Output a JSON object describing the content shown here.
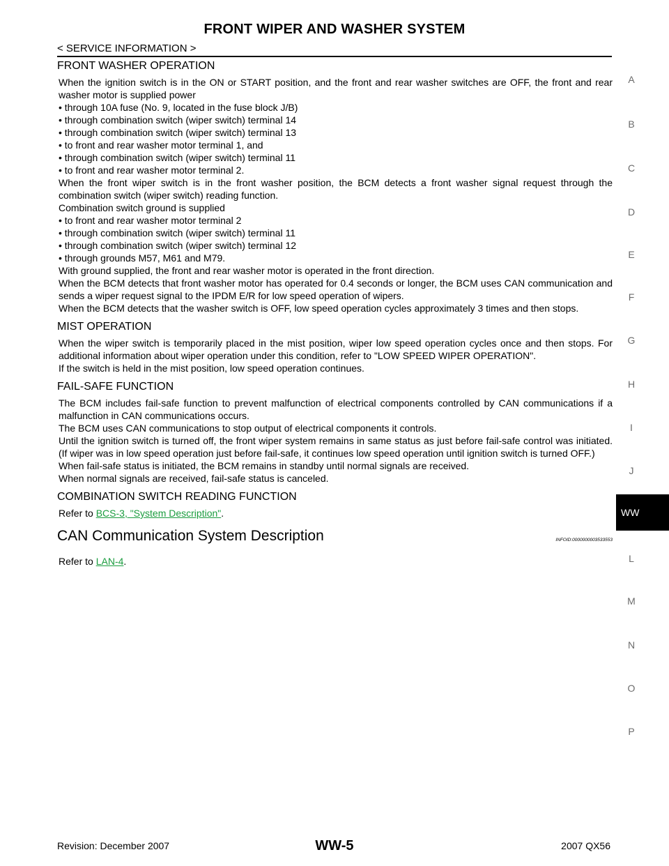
{
  "header": {
    "title": "FRONT WIPER AND WASHER SYSTEM",
    "section_tag": "< SERVICE INFORMATION >"
  },
  "front_washer": {
    "heading": "FRONT WASHER OPERATION",
    "lines": [
      "When the ignition switch is in the ON or START position, and the front and rear washer switches are OFF, the front and rear washer motor is supplied power",
      "• through 10A fuse (No. 9, located in the fuse block J/B)",
      "• through combination switch (wiper switch) terminal 14",
      "• through combination switch (wiper switch) terminal 13",
      "• to front and rear washer motor terminal 1, and",
      "• through combination switch (wiper switch) terminal 11",
      "• to front and rear washer motor terminal 2.",
      "When the front wiper switch is in the front washer position, the BCM detects a front washer signal request through the combination switch (wiper switch) reading function.",
      "Combination switch ground is supplied",
      "• to front and rear washer motor terminal 2",
      "• through combination switch (wiper switch) terminal 11",
      "• through combination switch (wiper switch) terminal 12",
      "• through grounds M57, M61 and M79.",
      "With ground supplied, the front and rear washer motor is operated in the front direction.",
      "When the BCM detects that front washer motor has operated for 0.4 seconds or longer, the BCM uses CAN communication and sends a wiper request signal to the IPDM E/R for low speed operation of wipers.",
      "When the BCM detects that the washer switch is OFF, low speed operation cycles approximately 3 times and then stops."
    ]
  },
  "mist": {
    "heading": "MIST OPERATION",
    "lines": [
      "When the wiper switch is temporarily placed in the mist position, wiper low speed operation cycles once and then stops. For additional information about wiper operation under this condition, refer to \"LOW SPEED WIPER OPERATION\".",
      "If the switch is held in the mist position, low speed operation continues."
    ]
  },
  "failsafe": {
    "heading": "FAIL-SAFE FUNCTION",
    "lines": [
      "The BCM includes fail-safe function to prevent malfunction of electrical components controlled by CAN com­munications if a malfunction in CAN communications occurs.",
      "The BCM uses CAN communications to stop output of electrical components it controls.",
      "Until the ignition switch is turned off, the front wiper system remains in same status as just before fail-safe con­trol was initiated. (If wiper was in low speed operation just before fail-safe, it continues low speed operation until ignition switch is turned OFF.)",
      "When fail-safe status is initiated, the BCM remains in standby until normal signals are received.",
      "When normal signals are received, fail-safe status is canceled."
    ]
  },
  "combination": {
    "heading": "COMBINATION SWITCH READING FUNCTION",
    "refer_prefix": "Refer to ",
    "link": "BCS-3, \"System Description\"",
    "refer_suffix": "."
  },
  "can": {
    "title": "CAN Communication System Description",
    "infoid": "INFOID:0000000003533553",
    "refer_prefix": "Refer to ",
    "link": "LAN-4",
    "refer_suffix": "."
  },
  "side_index": {
    "letters": [
      "A",
      "B",
      "C",
      "D",
      "E",
      "F",
      "G",
      "H",
      "I",
      "J",
      "L",
      "M",
      "N",
      "O",
      "P"
    ],
    "active": "WW"
  },
  "footer": {
    "revision": "Revision: December 2007",
    "page": "WW-5",
    "model": "2007 QX56"
  },
  "colors": {
    "link": "#1a9c3e",
    "side_letter": "#6b6b6b",
    "active_tab_bg": "#000000"
  }
}
